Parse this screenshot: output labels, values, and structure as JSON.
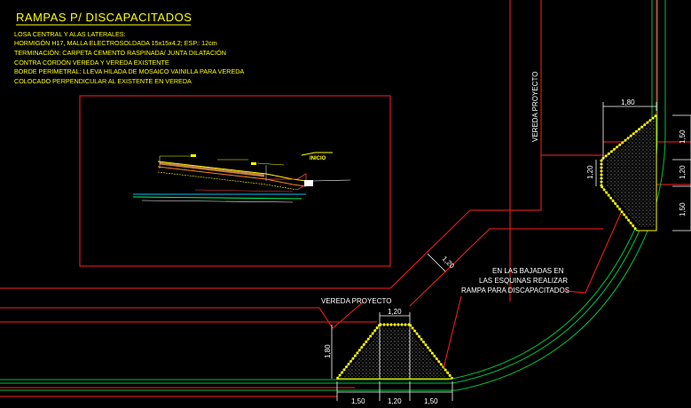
{
  "title": "RAMPAS P/ DISCAPACITADOS",
  "notes": [
    "LOSA CENTRAL Y ALAS LATERALES:",
    "HORMIGÓN H17, MALLA ELECTROSOLDADA 15x15x4.2; ESP.: 12cm",
    "TERMINACIÓN: CARPETA CEMENTO RASPINADA/ JUNTA DILATACIÓN",
    "CONTRA CORDÓN VEREDA Y VEREDA EXISTENTE",
    "BORDE PERIMETRAL: LLEVA HILADA DE MOSAICO VAINILLA PARA VEREDA",
    "COLOCADO PERPENDICULAR AL EXISTENTE EN VEREDA"
  ],
  "labels": {
    "vereda_vertical": "VEREDA PROYECTO",
    "vereda_horizontal": "VEREDA PROYECTO",
    "callout_1": "EN LAS BAJADAS EN",
    "callout_2": "LAS ESQUINAS REALIZAR",
    "callout_3": "RAMPA PARA DISCAPACITADOS"
  },
  "dimensions": {
    "ramp_right_width": "1,80",
    "ramp_right_depth": "1,20",
    "ramp_right_side_a": "1,50",
    "ramp_right_center": "1,20",
    "ramp_right_side_b": "1,50",
    "diagonal": "1,20",
    "ramp_bottom_top": "1,20",
    "ramp_bottom_depth": "1,80",
    "ramp_bottom_side_a": "1,50",
    "ramp_bottom_center": "1,20",
    "ramp_bottom_side_b": "1,50"
  },
  "colors": {
    "background": "#000000",
    "annotation": "#ffff00",
    "outline": "#ff2020",
    "curb": "#00c040",
    "dimension": "#ffffff"
  }
}
